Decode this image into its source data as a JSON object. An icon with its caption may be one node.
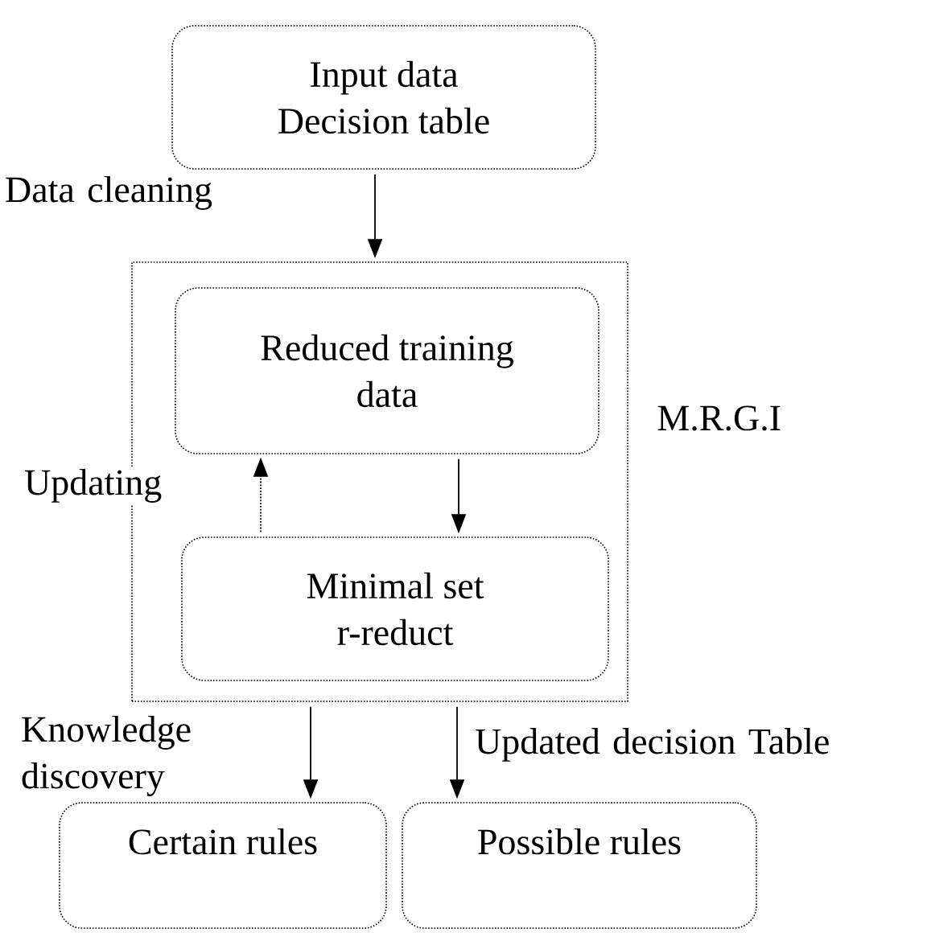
{
  "diagram": {
    "nodes": [
      {
        "text": [
          "Input data Decision table"
        ]
      },
      {
        "text": [
          "M.R.G.I"
        ]
      },
      {
        "text": [
          "Reduced training data"
        ],
        "in": 1
      },
      {
        "text": [
          "Minimal set r-reduct"
        ],
        "in": 1
      },
      {
        "text": [
          "Certain rules"
        ]
      },
      {
        "text": [
          "Possible rules"
        ]
      }
    ],
    "edges": [
      {
        "from": 0,
        "to": 1,
        "arrow": "to",
        "label": "Data cleaning"
      },
      {
        "from": 2,
        "to": 3,
        "arrow": "to"
      },
      {
        "from": 3,
        "to": 2,
        "arrow": "to",
        "style": "dashed",
        "label": "Updating"
      },
      {
        "from": 1,
        "to": 4,
        "arrow": "to",
        "label": "Knowledge discovery"
      },
      {
        "from": 1,
        "to": 5,
        "arrow": "to",
        "label": "Updated decision Table"
      }
    ]
  }
}
